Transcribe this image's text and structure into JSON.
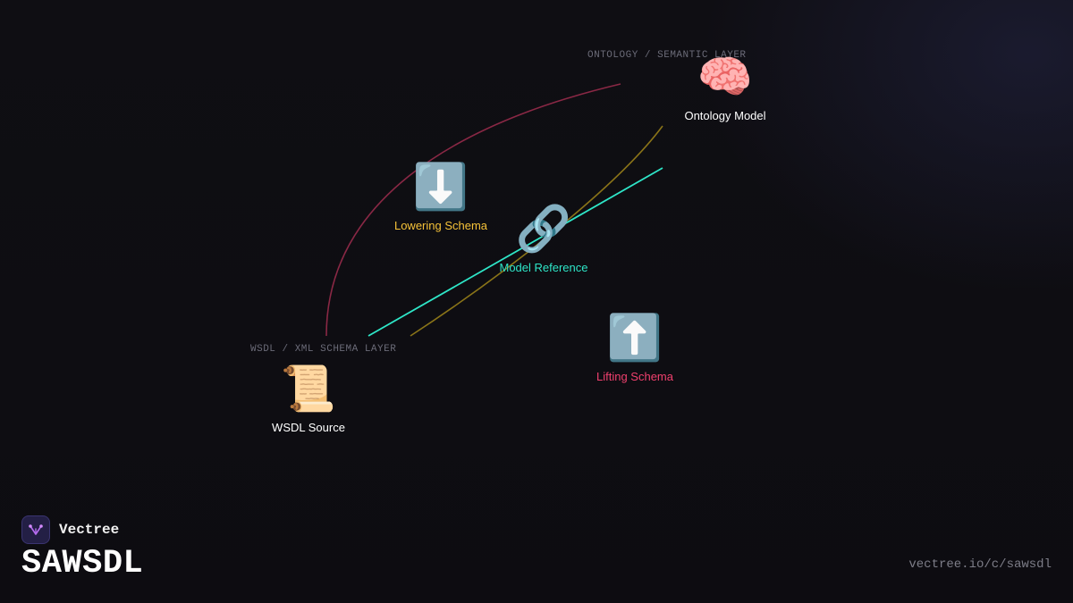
{
  "layers": {
    "top": "ONTOLOGY / SEMANTIC LAYER",
    "bottom": "WSDL / XML SCHEMA LAYER"
  },
  "nodes": {
    "ontology": {
      "icon": "brain-icon",
      "emoji": "🧠",
      "label": "Ontology Model",
      "color": "#ffffff"
    },
    "lowering": {
      "icon": "down-arrow-icon",
      "emoji": "⬇️",
      "label": "Lowering Schema",
      "color": "#f5c238"
    },
    "reference": {
      "icon": "link-icon",
      "emoji": "🔗",
      "label": "Model Reference",
      "color": "#2ee6c8"
    },
    "lifting": {
      "icon": "up-arrow-icon",
      "emoji": "⬆️",
      "label": "Lifting Schema",
      "color": "#f0406e"
    },
    "wsdl": {
      "icon": "scroll-icon",
      "emoji": "📜",
      "label": "WSDL Source",
      "color": "#ffffff"
    }
  },
  "connectors": {
    "lowering_color": "#8a2845",
    "reference_color": "#2ee6c8",
    "lifting_color": "#8a7418"
  },
  "brand": {
    "icon": "vectree-logo-icon",
    "name": "Vectree",
    "accent": "#b56cf0"
  },
  "title": "SAWSDL",
  "url": "vectree.io/c/sawsdl"
}
